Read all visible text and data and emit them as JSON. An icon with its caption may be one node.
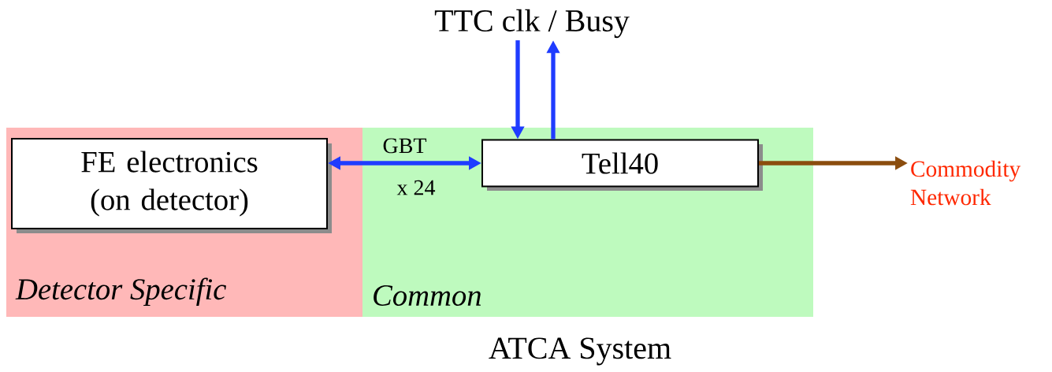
{
  "diagram": {
    "nodes": [
      {
        "text": [
          "Detector Specific"
        ]
      },
      {
        "text": [
          "Common"
        ]
      },
      {
        "text": [
          "FE electronics (on detector)"
        ],
        "in": 0
      },
      {
        "text": [
          "Tell40"
        ],
        "in": 1
      },
      {
        "text": [
          "TTC clk / Busy"
        ]
      },
      {
        "text": [
          "Commodity Network"
        ]
      }
    ],
    "edges": [
      {
        "from": 2,
        "to": 3,
        "arrow": "both",
        "label": "GBT"
      },
      {
        "from": 4,
        "to": 3,
        "arrow": "to"
      },
      {
        "from": 3,
        "to": 4,
        "arrow": "to"
      },
      {
        "from": 3,
        "to": 5,
        "arrow": "to",
        "color": "#8b4d0e"
      }
    ],
    "labels": [
      "x 24",
      "ATCA System"
    ]
  }
}
